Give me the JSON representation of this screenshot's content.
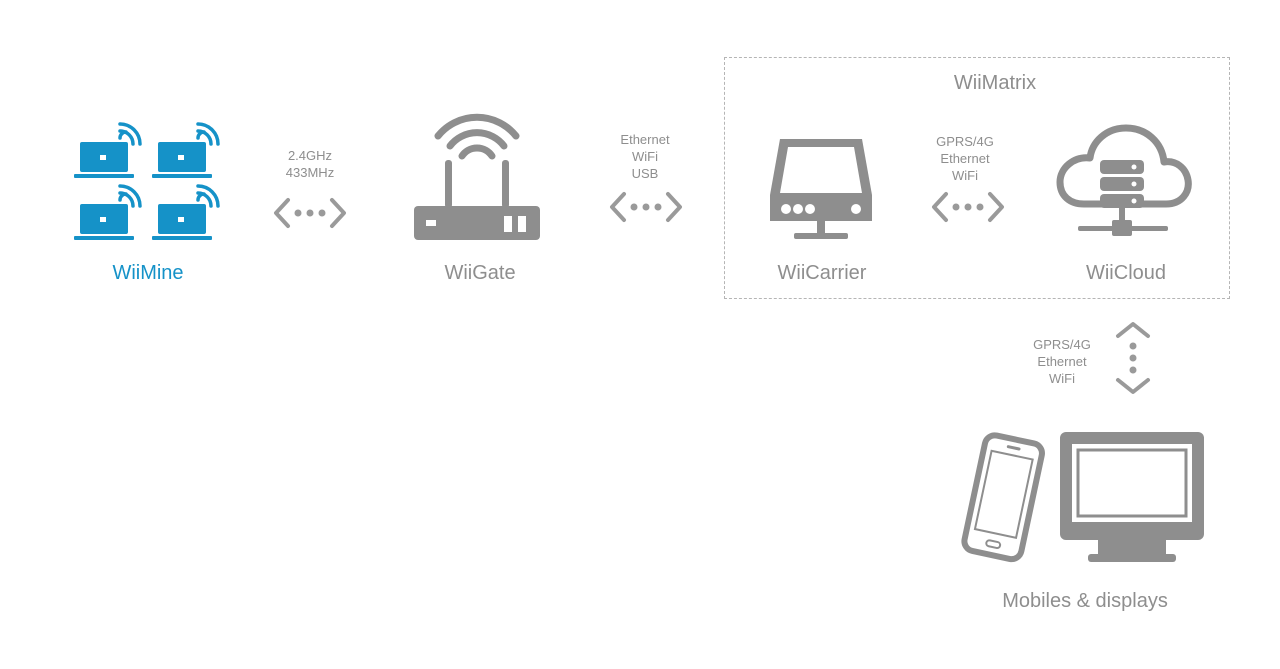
{
  "colors": {
    "accent": "#1592c8",
    "gray": "#8e8e8e",
    "border": "#b5b5b5"
  },
  "group": {
    "title": "WiiMatrix"
  },
  "nodes": {
    "wiimine": {
      "label": "WiiMine",
      "icon": "laptops-wifi-icon"
    },
    "wiigate": {
      "label": "WiiGate",
      "icon": "router-icon"
    },
    "wiicarrier": {
      "label": "WiiCarrier",
      "icon": "server-box-icon"
    },
    "wiicloud": {
      "label": "WiiCloud",
      "icon": "cloud-server-icon"
    },
    "mobiles": {
      "label": "Mobiles & displays",
      "icon": "phone-monitor-icon"
    }
  },
  "links": {
    "mine_gate": {
      "lines": [
        "2.4GHz",
        "433MHz"
      ]
    },
    "gate_carrier": {
      "lines": [
        "Ethernet",
        "WiFi",
        "USB"
      ]
    },
    "carrier_cloud": {
      "lines": [
        "GPRS/4G",
        "Ethernet",
        "WiFi"
      ]
    },
    "cloud_mobiles": {
      "lines": [
        "GPRS/4G",
        "Ethernet",
        "WiFi"
      ]
    }
  }
}
